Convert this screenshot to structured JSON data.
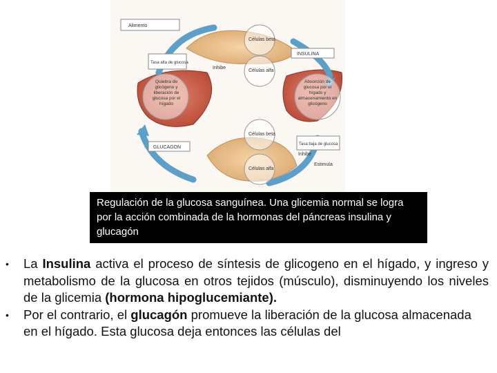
{
  "diagram": {
    "labels": {
      "alimento": "Alimento",
      "celulas_beta_top": "Células beta",
      "tasa_alta": "Tasa alta de glucosa",
      "inhibe_top": "Inhibe",
      "celulas_alfa_top": "Células alfa",
      "insulina": "INSULINA",
      "quiebra": "Quiebra de glicógeno y liberación de glucosa por el hígado",
      "absorcion": "Absorción de glucosa por el hígado y almacenamiento en glicógeno",
      "celulas_beta_bottom": "Células beta",
      "glucagon": "GLUCAGON",
      "tasa_baja": "Tasa baja de glucosa",
      "inhibe_bottom": "Inhibe",
      "estimula": "Estimula",
      "celulas_alfa_bottom": "Células alfa"
    }
  },
  "caption": {
    "text": "Regulación de la glucosa sanguínea. Una glicemia normal se logra por la acción combinada de la hormonas del páncreas insulina y glucagón"
  },
  "bullets": [
    {
      "parts": [
        {
          "t": "La ",
          "b": false
        },
        {
          "t": "Insulina",
          "b": true
        },
        {
          "t": "  activa el proceso de síntesis de glicogeno en el hígado, y  ingreso y metabolismo de la glucosa en otros tejidos (músculo), disminuyendo los niveles de la glicemia ",
          "b": false
        },
        {
          "t": "(hormona hipoglucemiante).",
          "b": true
        }
      ]
    },
    {
      "parts": [
        {
          "t": "Por el contrario, el ",
          "b": false
        },
        {
          "t": "glucagón",
          "b": true
        },
        {
          "t": " promueve la liberación de la glucosa almacenada en el hígado. Esta glucosa deja entonces las células del",
          "b": false
        }
      ]
    }
  ]
}
